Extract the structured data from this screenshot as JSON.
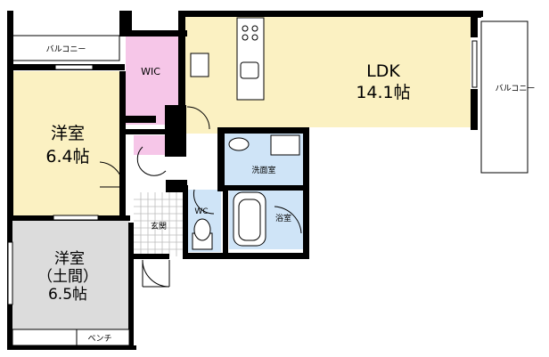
{
  "rooms": {
    "ldk": {
      "name": "LDK",
      "size": "14.1帖"
    },
    "western1": {
      "name": "洋室",
      "size": "6.4帖"
    },
    "western2": {
      "name": "洋室",
      "sub": "（土間）",
      "size": "6.5帖"
    },
    "wic": {
      "name": "WIC"
    },
    "washroom": {
      "name": "洗面室"
    },
    "bath": {
      "name": "浴室"
    },
    "wc": {
      "name": "WC"
    },
    "entrance": {
      "name": "玄関"
    }
  },
  "balcony_top": "バルコニー",
  "balcony_right": "バルコニー",
  "bench": "ベンチ",
  "colors": {
    "ldk": "#fbf1c2",
    "western1": "#fbf1c2",
    "western2": "#dcdcdc",
    "wic": "#f6c6e8",
    "wet": "#cfe4f7",
    "entrance": "#ffffff",
    "wall": "#000000"
  }
}
